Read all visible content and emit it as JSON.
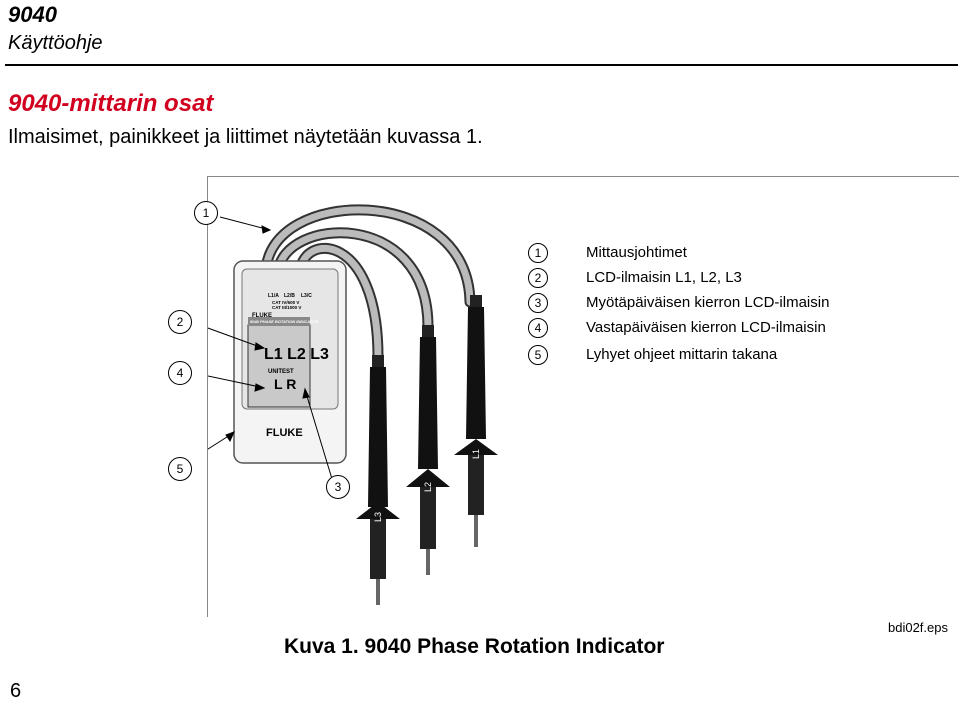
{
  "header": {
    "model": "9040",
    "subtitle": "Käyttöohje"
  },
  "section": {
    "title": "9040-mittarin osat",
    "body": "Ilmaisimet, painikkeet ja liittimet näytetään kuvassa 1."
  },
  "figure": {
    "meter": {
      "terminal_labels": [
        "L1/A",
        "L2/B",
        "L3/C"
      ],
      "rating_lines": [
        "CAT IV/600 V",
        "CAT III/1000 V"
      ],
      "brand": "FLUKE",
      "model_line": "9040 PHASE ROTATION INDICATOR",
      "lcd_phases": "L1 L2 L3",
      "lcd_unitest": "UNITEST",
      "lcd_rotation": "L R"
    },
    "leads": [
      "L3",
      "L2",
      "L1"
    ],
    "callouts": [
      "1",
      "2",
      "4",
      "5",
      "3"
    ],
    "legend": [
      {
        "num": "1",
        "text": "Mittausjohtimet"
      },
      {
        "num": "2",
        "text": "LCD-ilmaisin L1, L2, L3"
      },
      {
        "num": "3",
        "text": "Myötäpäiväisen kierron LCD-ilmaisin"
      },
      {
        "num": "4",
        "text": "Vastapäiväisen kierron LCD-ilmaisin"
      },
      {
        "num": "5",
        "text": "Lyhyet ohjeet mittarin takana"
      }
    ],
    "file_label": "bdi02f.eps"
  },
  "caption": "Kuva 1. 9040 Phase Rotation Indicator",
  "page_number": "6"
}
